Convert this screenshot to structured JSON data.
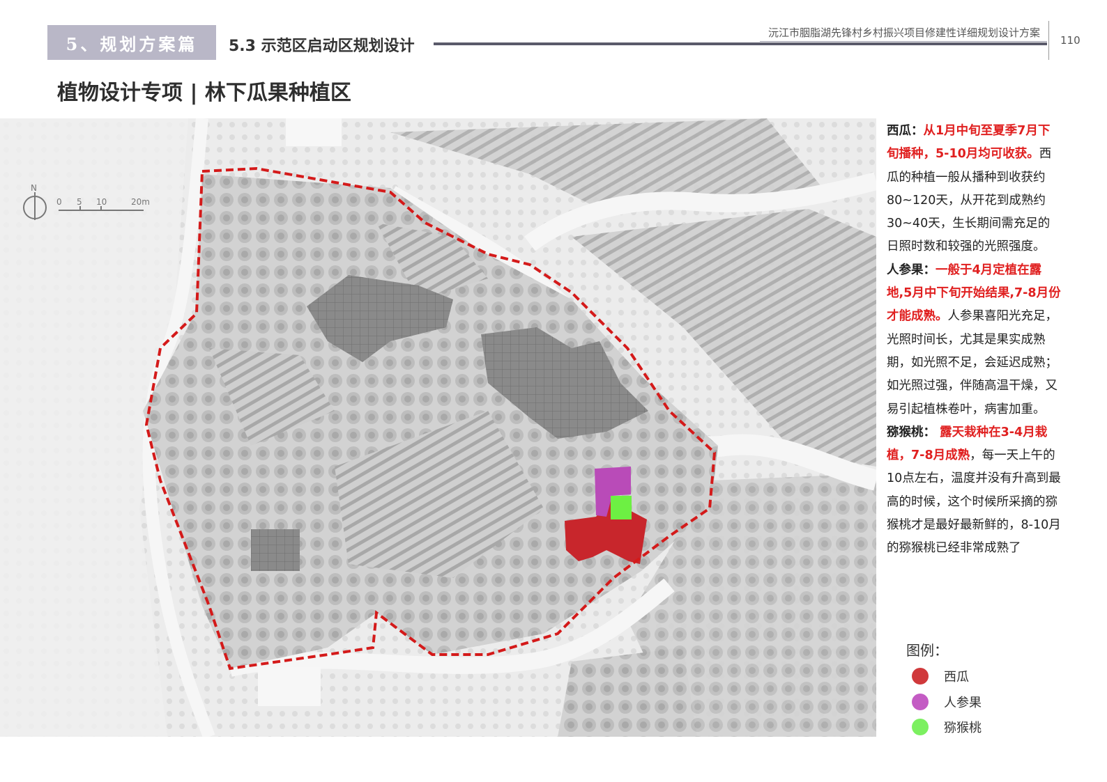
{
  "header": {
    "section_tab": "5、规划方案篇",
    "subsection": "5.3 示范区启动区规划设计",
    "doc_title": "沅江市胭脂湖先锋村乡村振兴项目修建性详细规划设计方案",
    "page_number": "110"
  },
  "page_title": "植物设计专项 | 林下瓜果种植区",
  "map": {
    "north_label": "N",
    "scale_labels": [
      "0",
      "5",
      "10",
      "20m"
    ]
  },
  "description": [
    {
      "name": "西瓜：",
      "highlight": "从1月中旬至夏季7月下旬播种，5-10月均可收获。",
      "text": "西瓜的种植一般从播种到收获约80~120天，从开花到成熟约30~40天，生长期间需充足的日照时数和较强的光照强度。"
    },
    {
      "name": "人参果：",
      "highlight": "一般于4月定植在露地,5月中下旬开始结果,7-8月份才能成熟。",
      "text": "人参果喜阳光充足，光照时间长，尤其是果实成熟期，如光照不足，会延迟成熟；如光照过强，伴随高温干燥，又易引起植株卷叶，病害加重。"
    },
    {
      "name": "猕猴桃：",
      "highlight": " 露天栽种在3-4月栽植，7-8月成熟",
      "text": "，每一天上午的10点左右，温度并没有升高到最高的时候，这个时候所采摘的猕猴桃才是最好最新鲜的，8-10月的猕猴桃已经非常成熟了"
    }
  ],
  "legend": {
    "title": "图例：",
    "items": [
      {
        "label": "西瓜",
        "color": "#d0393b"
      },
      {
        "label": "人参果",
        "color": "#c45cc4"
      },
      {
        "label": "猕猴桃",
        "color": "#7cf060"
      }
    ]
  },
  "colors": {
    "boundary": "#d41a1a",
    "watermelon_zone": "#c8262c",
    "ginseng_fruit_zone": "#b94bb8",
    "kiwi_zone": "#6df043"
  }
}
